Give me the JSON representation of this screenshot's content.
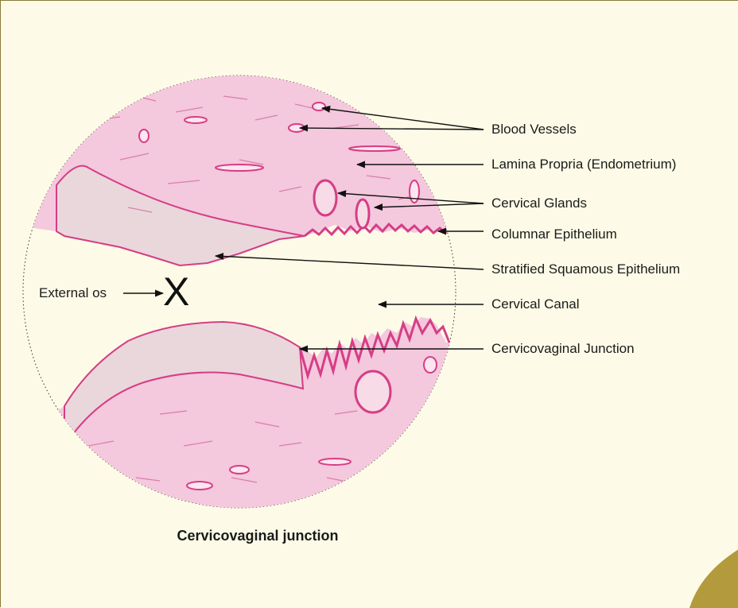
{
  "labels": {
    "blood_vessels": "Blood Vessels",
    "lamina_propria": "Lamina Propria (Endometrium)",
    "cervical_glands": "Cervical Glands",
    "columnar_epithelium": "Columnar Epithelium",
    "stratified_squamous": "Stratified Squamous Epithelium",
    "cervical_canal": "Cervical Canal",
    "cervicovaginal_junction": "Cervicovaginal Junction",
    "external_os": "External os"
  },
  "os_marker": "X",
  "caption": "Cervicovaginal junction",
  "colors": {
    "background": "#fdfbe7",
    "stroma": "#f4c8dd",
    "fiber": "#cc5f95",
    "epithelium": "#d63d86",
    "squamous_layer": "#ead7db",
    "corner": "#b39a3c"
  }
}
